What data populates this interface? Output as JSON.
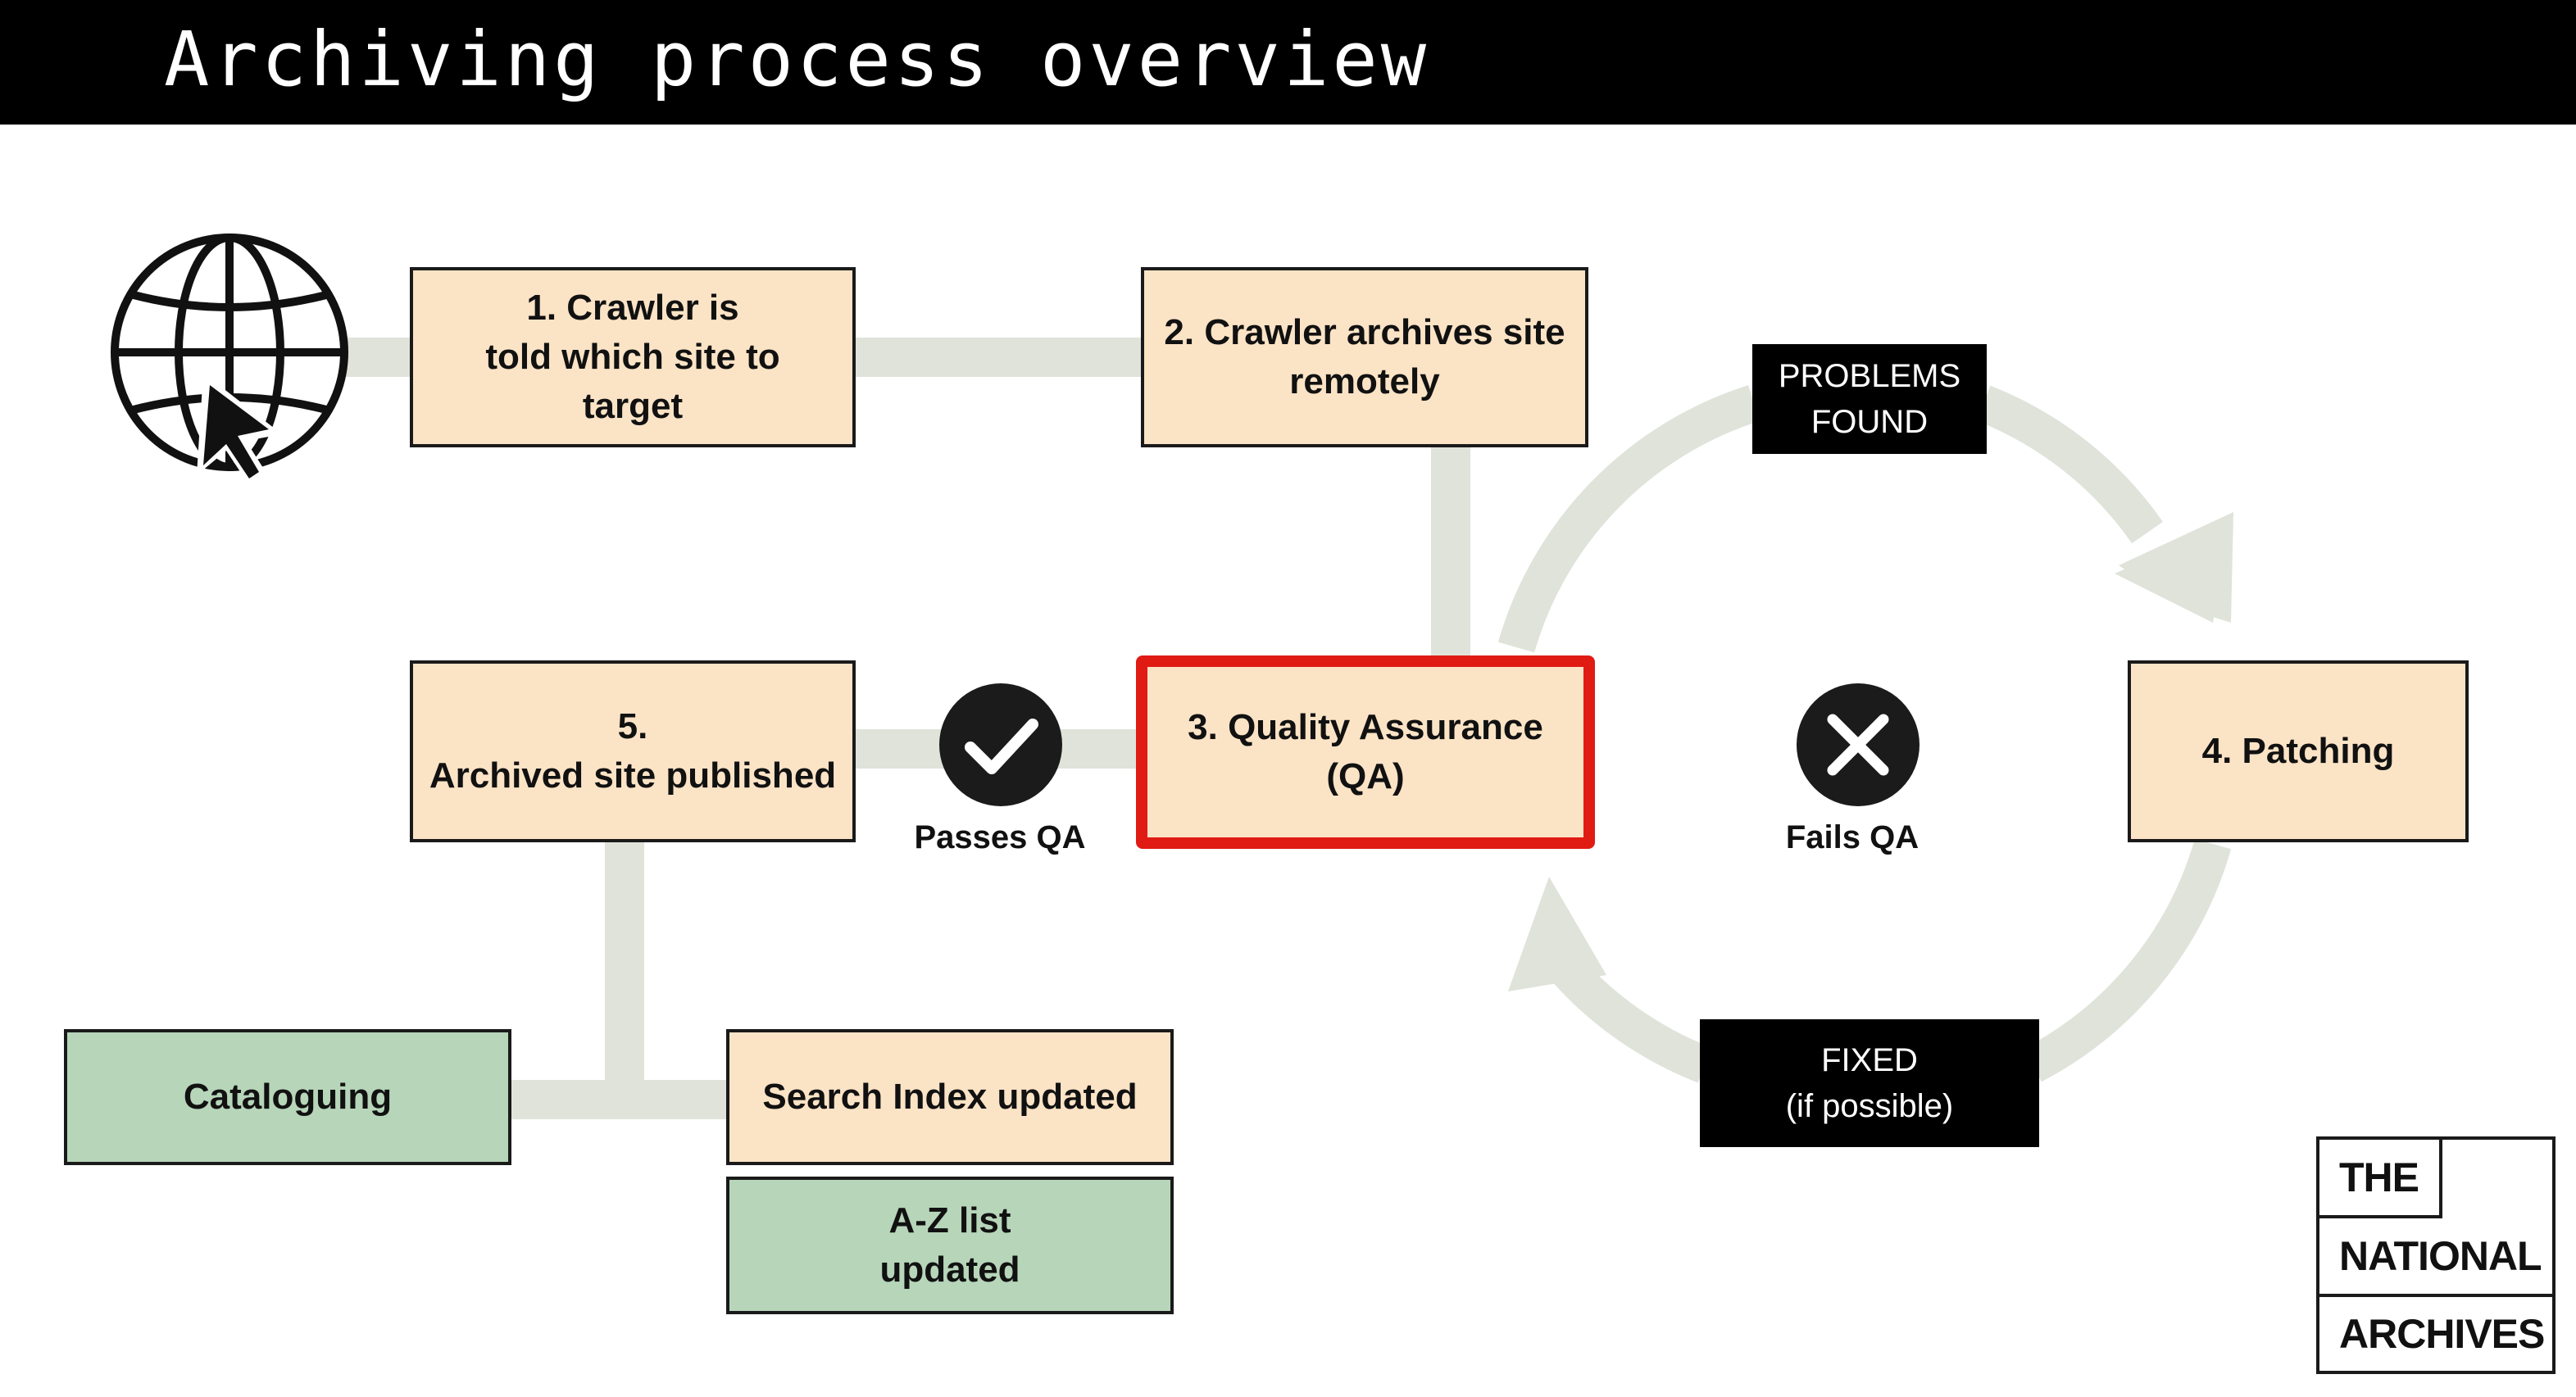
{
  "header": {
    "title": "Archiving process overview"
  },
  "steps": {
    "step1": "1. Crawler is\ntold which site to\ntarget",
    "step2": "2. Crawler archives site\nremotely",
    "step3": "3. Quality Assurance\n(QA)",
    "step4": "4. Patching",
    "step5": "5.\nArchived site published"
  },
  "outputs": {
    "cataloguing": "Cataloguing",
    "search_index": "Search Index updated",
    "az_list": "A-Z list\nupdated"
  },
  "loop": {
    "problems_found": "PROBLEMS\nFOUND",
    "fixed": "FIXED\n(if possible)"
  },
  "outcomes": {
    "passes": "Passes QA",
    "fails": "Fails QA"
  },
  "logo": {
    "line1": "THE",
    "line2": "NATIONAL",
    "line3": "ARCHIVES"
  },
  "icons": {
    "globe": "globe-cursor-icon",
    "pass": "checkmark-icon",
    "fail": "cross-icon"
  },
  "colors": {
    "peach": "#fbe3c6",
    "green": "#b6d5b9",
    "connector": "#dfe3da",
    "highlight": "#e01b14"
  }
}
